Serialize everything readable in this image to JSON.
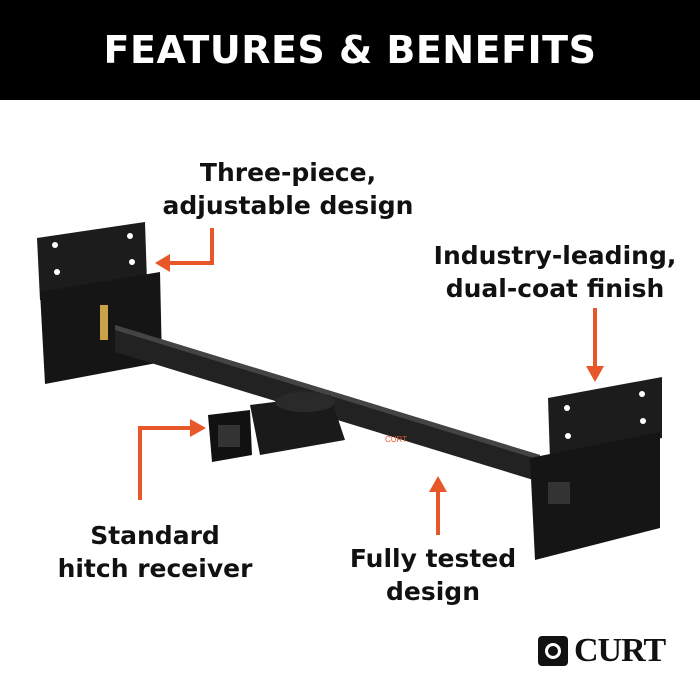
{
  "header": {
    "title": "FEATURES & BENEFITS"
  },
  "callouts": [
    {
      "lines": [
        "Three-piece,",
        "adjustable design"
      ]
    },
    {
      "lines": [
        "Industry-leading,",
        "dual-coat finish"
      ]
    },
    {
      "lines": [
        "Standard",
        "hitch receiver"
      ]
    },
    {
      "lines": [
        "Fully tested",
        "design"
      ]
    }
  ],
  "brand": {
    "logo_text": "CURT"
  },
  "colors": {
    "banner": "#000000",
    "arrow": "#e8572a",
    "hitch": "#1a1a1a"
  },
  "icons": [
    "curt-logo-mark",
    "arrow-left",
    "arrow-down",
    "arrow-right",
    "arrow-up"
  ]
}
